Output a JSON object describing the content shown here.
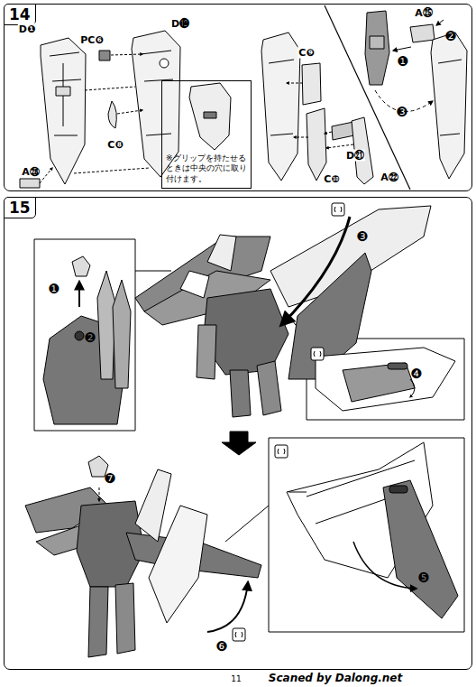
{
  "diagram": {
    "nodes": [
      {
        "text": [
          "14"
        ]
      },
      {
        "text": [
          "※グリップを持たせるときは中央の穴に取り付けます。"
        ],
        "in": 0
      },
      {
        "text": [
          "15"
        ]
      }
    ],
    "labels": [
      "D❶",
      "PC❻",
      "D⓬",
      "C❽",
      "A㉘",
      "❶",
      "A㉕",
      "❷",
      "❸",
      "C❾",
      "D㉑",
      "C❿",
      "A㉒",
      "❶",
      "❷",
      "❸",
      "❹",
      "❼",
      "❻",
      "❺",
      "11",
      "Scaned by Dalong.net"
    ]
  }
}
